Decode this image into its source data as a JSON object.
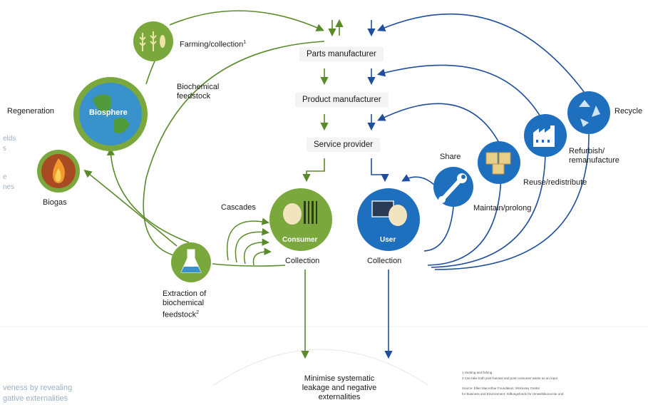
{
  "flow": {
    "parts_manufacturer": "Parts manufacturer",
    "product_manufacturer": "Product manufacturer",
    "service_provider": "Service provider"
  },
  "bio": {
    "farming": "Farming/collection",
    "farming_sup": "1",
    "biosphere": "Biosphere",
    "regeneration": "Regeneration",
    "biogas": "Biogas",
    "biochemical_feedstock_1": "Biochemical",
    "biochemical_feedstock_2": "feedstock",
    "cascades": "Cascades",
    "consumer": "Consumer",
    "collection_left": "Collection",
    "extraction_1": "Extraction of",
    "extraction_2": "biochemical",
    "extraction_3": "feedstock",
    "extraction_sup": "2"
  },
  "tech": {
    "recycle": "Recycle",
    "refurbish_1": "Refurbish/",
    "refurbish_2": "remanufacture",
    "reuse": "Reuse/redistribute",
    "share": "Share",
    "maintain": "Maintain/prolong",
    "user": "User",
    "collection_right": "Collection"
  },
  "bottom": {
    "line1": "Minimise systematic",
    "line2": "leakage and negative",
    "line3": "externalities"
  },
  "left_fragments": {
    "a": "elds",
    "b": "s",
    "c": "e",
    "d": "nes",
    "e": "veness  by  revealing",
    "f": "gative  externalities"
  },
  "footnotes": {
    "n1": "1  Hunting and fishing",
    "n2": "2  Can take both post-harvest and post-consumer waste as an input",
    "src1": "Source: Ellen MacArthur Foundation; McKinsey Center",
    "src2": "for Business and Environment; Stiftungsfonds für Umweltökonomie und"
  },
  "colors": {
    "green_dark": "#5a8a2a",
    "green_light": "#8ab54a",
    "green_circle": "#7aa83c",
    "blue_dark": "#1f4e9c",
    "blue_circle": "#1f6fbf",
    "biosphere": "#3a92cc"
  },
  "icons": {
    "farming": "wheat-fish-icon",
    "biosphere": "globe-icon",
    "biogas": "flame-icon",
    "extraction": "flask-icon",
    "consumer": "person-barcode-icon",
    "user": "person-screen-icon",
    "maintain": "wrench-icon",
    "reuse": "boxes-icon",
    "refurbish": "factory-icon",
    "recycle": "recycle-icon"
  }
}
